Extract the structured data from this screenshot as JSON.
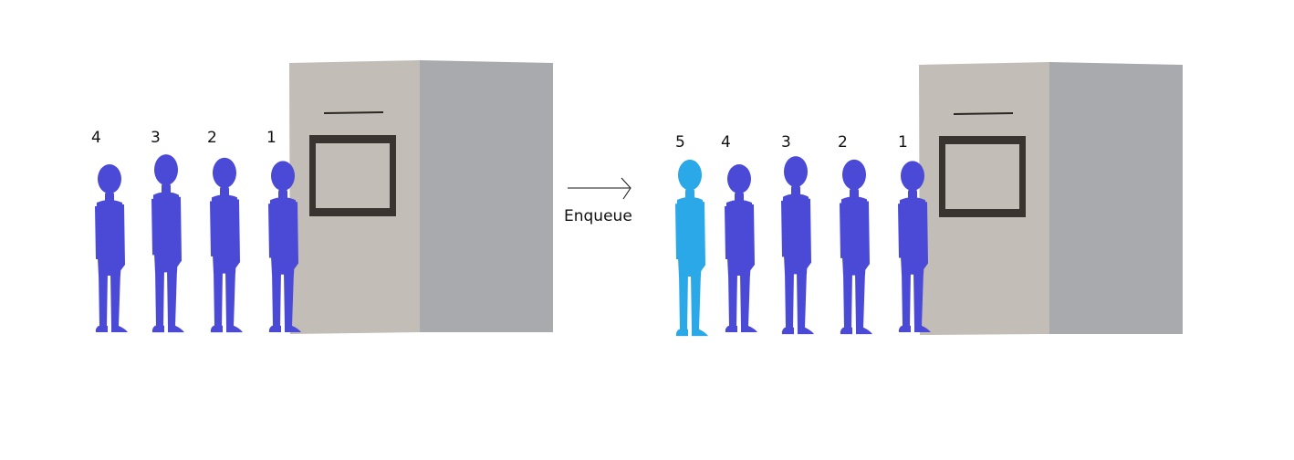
{
  "before": {
    "labels": [
      "4",
      "3",
      "2",
      "1"
    ]
  },
  "after": {
    "labels": [
      "5",
      "4",
      "3",
      "2",
      "1"
    ],
    "new_label": "5"
  },
  "operation": {
    "label": "Enqueue"
  },
  "colors": {
    "person": "#4a4ad6",
    "person_new": "#2aa8e8",
    "booth_front": "#c2bdb6",
    "booth_side": "#a8aaad",
    "window_frame": "#39342f",
    "slot": "#2b2724"
  }
}
